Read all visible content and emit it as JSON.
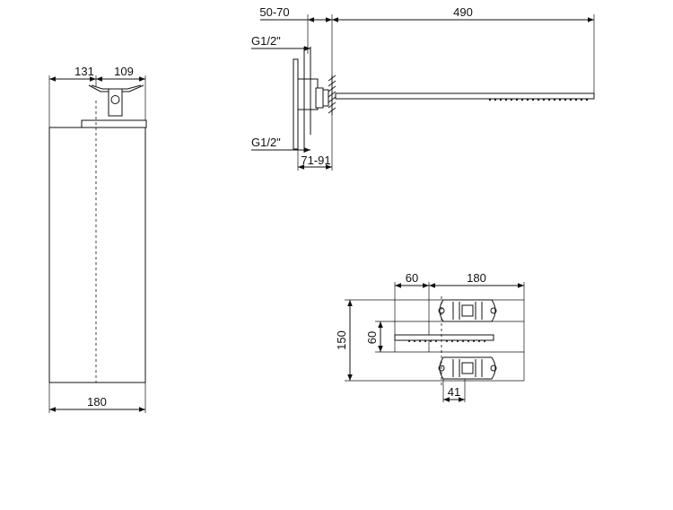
{
  "front_view": {
    "dim_left": "131",
    "dim_right": "109",
    "dim_width": "180"
  },
  "side_view": {
    "dim_wall": "50-70",
    "dim_arm_length": "490",
    "thread_top": "G1/2\"",
    "thread_bottom": "G1/2\"",
    "dim_depth": "71-91"
  },
  "top_view": {
    "dim_offset": "60",
    "dim_width": "180",
    "dim_height": "150",
    "dim_inner": "60",
    "dim_small": "41"
  },
  "colors": {
    "line": "#111111",
    "background": "#ffffff"
  }
}
